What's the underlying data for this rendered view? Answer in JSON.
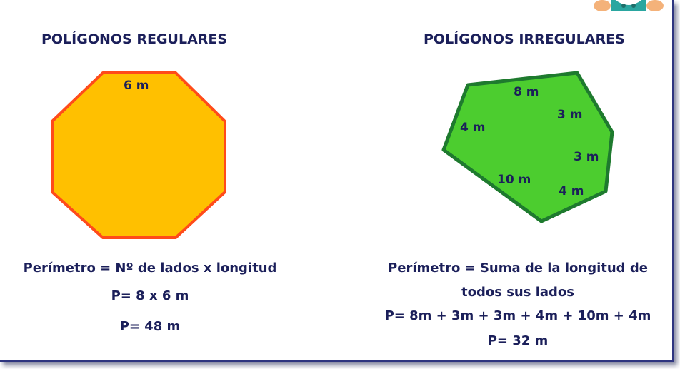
{
  "regular": {
    "heading": "POLÍGONOS REGULARES",
    "side_label": "6 m",
    "shape_colors": {
      "fill": "#ffc000",
      "stroke": "#ff4b1a"
    },
    "formula_1": "Perímetro = Nº de lados x longitud",
    "formula_2": "P= 8 x 6 m",
    "formula_3": "P=  48 m"
  },
  "irregular": {
    "heading": "POLÍGONOS IRREGULARES",
    "side_labels": [
      "8 m",
      "3 m",
      "4 m",
      "3 m",
      "10 m",
      "4 m"
    ],
    "shape_colors": {
      "fill": "#4ccd2f",
      "stroke": "#1e7a2e"
    },
    "formula_1": "Perímetro = Suma de la longitud de",
    "formula_2": "todos sus lados",
    "formula_3": "P= 8m + 3m + 3m + 4m + 10m + 4m",
    "formula_4": "P=  32 m"
  },
  "colors": {
    "text": "#1b1f5a",
    "border": "#2e3580"
  },
  "icons": {
    "mascot": "cartoon-mascot-icon"
  }
}
